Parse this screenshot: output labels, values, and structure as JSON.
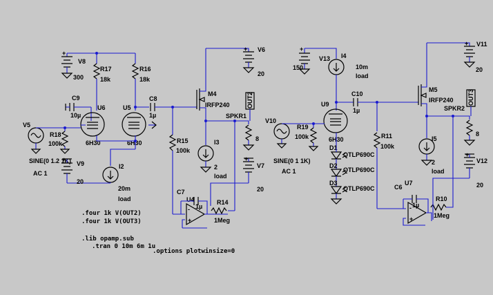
{
  "components": {
    "V8": {
      "name": "V8",
      "value": "300"
    },
    "R17": {
      "name": "R17",
      "value": "18k"
    },
    "R16": {
      "name": "R16",
      "value": "18k"
    },
    "C9": {
      "name": "C9",
      "value": "10µ"
    },
    "U6": {
      "name": "U6",
      "model": "6H30"
    },
    "U5": {
      "name": "U5",
      "model": "6H30"
    },
    "C8": {
      "name": "C8",
      "value": "1µ"
    },
    "V5": {
      "name": "V5",
      "value": "SINE(0 1.2 1K)",
      "ac": "AC 1"
    },
    "R18": {
      "name": "R18",
      "value": "100k"
    },
    "V9": {
      "name": "V9",
      "value": "20"
    },
    "I2": {
      "name": "I2",
      "value": "20m",
      "type": "load"
    },
    "R15": {
      "name": "R15",
      "value": "100k"
    },
    "M4": {
      "name": "M4",
      "model": "IRFP240"
    },
    "V6": {
      "name": "V6",
      "value": "20"
    },
    "OUT2": {
      "name": "OUT2"
    },
    "SPKR1": {
      "name": "SPKR1",
      "value": "8"
    },
    "I3": {
      "name": "I3",
      "value": "2",
      "type": "load"
    },
    "V7": {
      "name": "V7",
      "value": "20"
    },
    "C7": {
      "name": "C7",
      "value": "1µ"
    },
    "U4": {
      "name": "U4"
    },
    "R14": {
      "name": "R14",
      "value": "1Meg"
    },
    "V13": {
      "name": "V13",
      "value": "150"
    },
    "I4": {
      "name": "I4",
      "value": "10m",
      "type": "load"
    },
    "C10": {
      "name": "C10",
      "value": "1µ"
    },
    "U9": {
      "name": "U9",
      "model": "6H30"
    },
    "V10": {
      "name": "V10",
      "value": "SINE(0 1 1K)",
      "ac": "AC 1"
    },
    "R19": {
      "name": "R19",
      "value": "100k"
    },
    "D1": {
      "name": "D1",
      "model": "QTLP690C"
    },
    "D2": {
      "name": "D2",
      "model": "QTLP690C"
    },
    "D3": {
      "name": "D3",
      "model": "QTLP690C"
    },
    "R11": {
      "name": "R11",
      "value": "100k"
    },
    "C6": {
      "name": "C6",
      "value": "1µ"
    },
    "U7": {
      "name": "U7"
    },
    "R10": {
      "name": "R10",
      "value": "1Meg"
    },
    "M5": {
      "name": "M5",
      "model": "IRFP240"
    },
    "V11": {
      "name": "V11",
      "value": "20"
    },
    "OUT3": {
      "name": "OUT3"
    },
    "SPKR2": {
      "name": "SPKR2",
      "value": "8"
    },
    "I5": {
      "name": "I5",
      "value": "2",
      "type": "load"
    },
    "V12": {
      "name": "V12",
      "value": "20"
    }
  },
  "directives": {
    "four1": ".four 1k V(OUT2)",
    "four2": ".four 1k V(OUT3)",
    "lib": ".lib opamp.sub",
    "tran": ".tran 0 10m 6m 1u",
    "options": ".options plotwinsize=0"
  },
  "colors": {
    "background": "#c8c8c8",
    "wire": "#1a1ad0",
    "component": "#000000"
  }
}
